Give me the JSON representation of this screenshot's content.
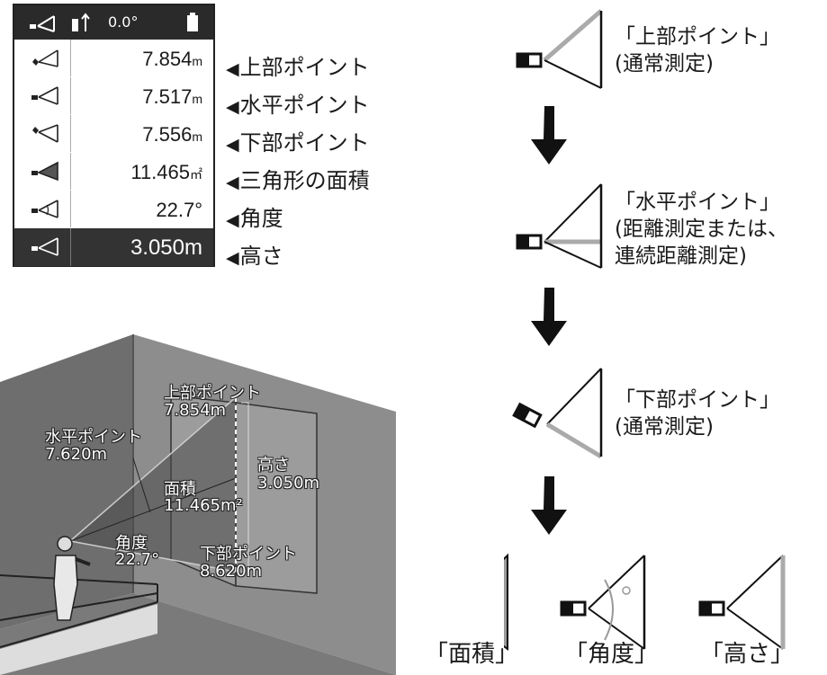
{
  "display": {
    "header_angle": "0.0°",
    "rows": [
      {
        "value": "7.854",
        "unit": "m",
        "label": "上部ポイント"
      },
      {
        "value": "7.517",
        "unit": "m",
        "label": "水平ポイント"
      },
      {
        "value": "7.556",
        "unit": "m",
        "label": "下部ポイント"
      },
      {
        "value": "11.465",
        "unit": "㎡",
        "label": "三角形の面積"
      },
      {
        "value": "22.7°",
        "unit": "",
        "label": "角度"
      },
      {
        "value": "3.050m",
        "unit": "",
        "label": "高さ"
      }
    ]
  },
  "steps": [
    {
      "line1": "「上部ポイント」",
      "line2": "(通常測定)",
      "line3": ""
    },
    {
      "line1": "「水平ポイント」",
      "line2": "(距離測定または、",
      "line3": " 連続距離測定)"
    },
    {
      "line1": "「下部ポイント」",
      "line2": "(通常測定)",
      "line3": ""
    }
  ],
  "results": {
    "area": "「面積」",
    "angle": "「角度」",
    "height": "「高さ」"
  },
  "illustration": {
    "top_label": "上部ポイント",
    "top_value": "7.854m",
    "horizontal_label": "水平ポイント",
    "horizontal_value": "7.620m",
    "area_label": "面積",
    "area_value": "11.465m²",
    "height_label": "高さ",
    "height_value": "3.050m",
    "angle_label": "角度",
    "angle_value": "22.7°",
    "bottom_label": "下部ポイント",
    "bottom_value": "8.620m"
  }
}
